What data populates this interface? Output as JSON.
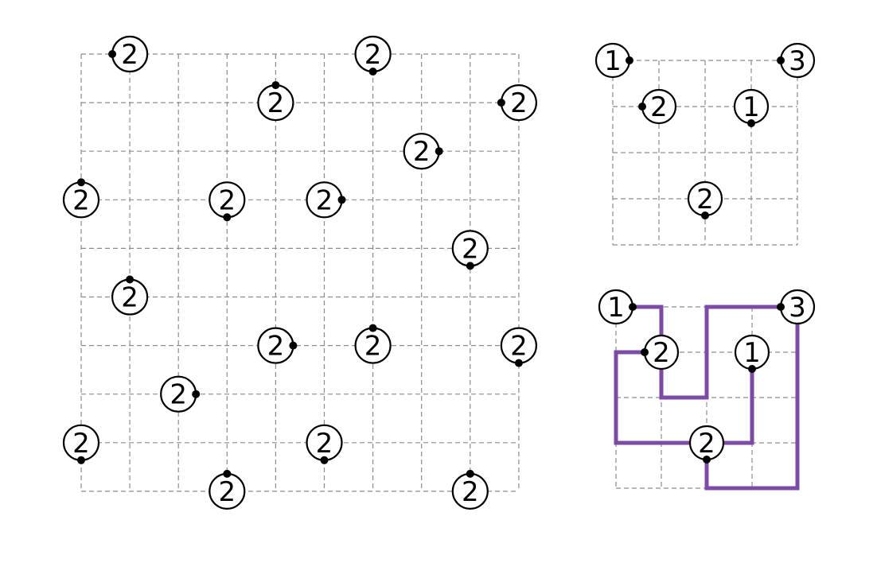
{
  "colors": {
    "grid": "#8c8c8c",
    "ink": "#000000",
    "path": "#7d4aa6",
    "background": "#ffffff"
  },
  "puzzles": [
    {
      "id": "main-puzzle",
      "cols": 9,
      "rows": 9,
      "clues": [
        {
          "col": 1,
          "row": 0,
          "value": "2",
          "dot": "left"
        },
        {
          "col": 6,
          "row": 0,
          "value": "2",
          "dot": "down"
        },
        {
          "col": 4,
          "row": 1,
          "value": "2",
          "dot": "up"
        },
        {
          "col": 9,
          "row": 1,
          "value": "2",
          "dot": "left"
        },
        {
          "col": 7,
          "row": 2,
          "value": "2",
          "dot": "right"
        },
        {
          "col": 0,
          "row": 3,
          "value": "2",
          "dot": "up"
        },
        {
          "col": 3,
          "row": 3,
          "value": "2",
          "dot": "down"
        },
        {
          "col": 5,
          "row": 3,
          "value": "2",
          "dot": "right"
        },
        {
          "col": 8,
          "row": 4,
          "value": "2",
          "dot": "down"
        },
        {
          "col": 1,
          "row": 5,
          "value": "2",
          "dot": "up"
        },
        {
          "col": 4,
          "row": 6,
          "value": "2",
          "dot": "right"
        },
        {
          "col": 6,
          "row": 6,
          "value": "2",
          "dot": "up"
        },
        {
          "col": 9,
          "row": 6,
          "value": "2",
          "dot": "down"
        },
        {
          "col": 2,
          "row": 7,
          "value": "2",
          "dot": "right"
        },
        {
          "col": 0,
          "row": 8,
          "value": "2",
          "dot": "down"
        },
        {
          "col": 5,
          "row": 8,
          "value": "2",
          "dot": "down"
        },
        {
          "col": 3,
          "row": 9,
          "value": "2",
          "dot": "up"
        },
        {
          "col": 8,
          "row": 9,
          "value": "2",
          "dot": "up"
        }
      ]
    },
    {
      "id": "example-puzzle",
      "cols": 4,
      "rows": 4,
      "clues": [
        {
          "col": 0,
          "row": 0,
          "value": "1",
          "dot": "right"
        },
        {
          "col": 4,
          "row": 0,
          "value": "3",
          "dot": "left"
        },
        {
          "col": 1,
          "row": 1,
          "value": "2",
          "dot": "left"
        },
        {
          "col": 3,
          "row": 1,
          "value": "1",
          "dot": "down"
        },
        {
          "col": 2,
          "row": 3,
          "value": "2",
          "dot": "down"
        }
      ]
    },
    {
      "id": "solution-puzzle",
      "cols": 4,
      "rows": 4,
      "clues": [
        {
          "col": 0,
          "row": 0,
          "value": "1",
          "dot": "right"
        },
        {
          "col": 4,
          "row": 0,
          "value": "3",
          "dot": "left"
        },
        {
          "col": 1,
          "row": 1,
          "value": "2",
          "dot": "left"
        },
        {
          "col": 3,
          "row": 1,
          "value": "1",
          "dot": "down"
        },
        {
          "col": 2,
          "row": 3,
          "value": "2",
          "dot": "down"
        }
      ],
      "solution_paths": [
        [
          [
            0,
            0
          ],
          [
            1,
            0
          ],
          [
            1,
            2
          ],
          [
            2,
            2
          ],
          [
            2,
            0
          ],
          [
            4,
            0
          ],
          [
            4,
            4
          ],
          [
            2,
            4
          ],
          [
            2,
            3
          ]
        ],
        [
          [
            1,
            1
          ],
          [
            0,
            1
          ],
          [
            0,
            3
          ],
          [
            3,
            3
          ],
          [
            3,
            1
          ]
        ]
      ]
    }
  ]
}
